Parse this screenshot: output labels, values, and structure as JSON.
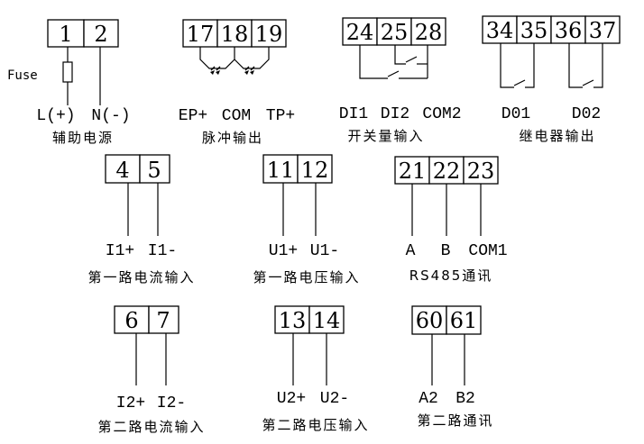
{
  "fuse_label": "Fuse",
  "aux_power": {
    "terminals": [
      "1",
      "2"
    ],
    "labels": [
      "L(+)",
      "N(-)"
    ],
    "caption": "辅助电源"
  },
  "pulse_output": {
    "terminals": [
      "17",
      "18",
      "19"
    ],
    "labels": [
      "EP+",
      "COM",
      "TP+"
    ],
    "caption": "脉冲输出"
  },
  "switch_input": {
    "terminals": [
      "24",
      "25",
      "28"
    ],
    "labels": [
      "DI1",
      "DI2",
      "COM2"
    ],
    "caption": "开关量输入"
  },
  "relay_output": {
    "terminals": [
      "34",
      "35",
      "36",
      "37"
    ],
    "labels": [
      "D01",
      "D02"
    ],
    "caption": "继电器输出"
  },
  "current_input_1": {
    "terminals": [
      "4",
      "5"
    ],
    "labels": [
      "I1+",
      "I1-"
    ],
    "caption": "第一路电流输入"
  },
  "voltage_input_1": {
    "terminals": [
      "11",
      "12"
    ],
    "labels": [
      "U1+",
      "U1-"
    ],
    "caption": "第一路电压输入"
  },
  "rs485": {
    "terminals": [
      "21",
      "22",
      "23"
    ],
    "labels": [
      "A",
      "B",
      "COM1"
    ],
    "caption": "RS485通讯"
  },
  "current_input_2": {
    "terminals": [
      "6",
      "7"
    ],
    "labels": [
      "I2+",
      "I2-"
    ],
    "caption": "第二路电流输入"
  },
  "voltage_input_2": {
    "terminals": [
      "13",
      "14"
    ],
    "labels": [
      "U2+",
      "U2-"
    ],
    "caption": "第二路电压输入"
  },
  "comm_2": {
    "terminals": [
      "60",
      "61"
    ],
    "labels": [
      "A2",
      "B2"
    ],
    "caption": "第二路通讯"
  }
}
